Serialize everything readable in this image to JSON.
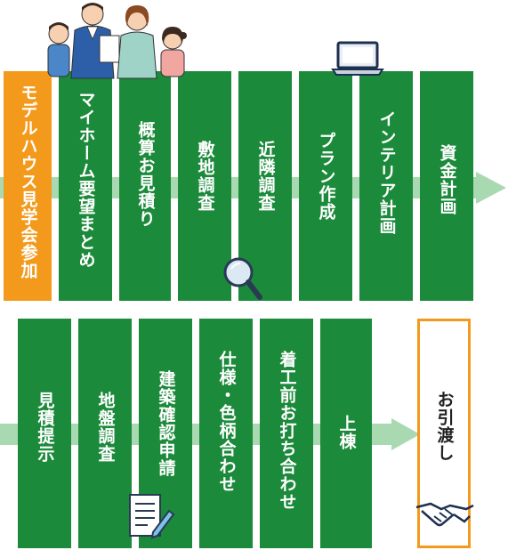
{
  "row1": {
    "steps": [
      {
        "label": "モデルハウス見学会参加",
        "kind": "first"
      },
      {
        "label": "マイホーム要望まとめ",
        "kind": "normal"
      },
      {
        "label": "概算お見積り",
        "kind": "normal"
      },
      {
        "label": "敷地調査",
        "kind": "normal"
      },
      {
        "label": "近隣調査",
        "kind": "normal"
      },
      {
        "label": "プラン作成",
        "kind": "normal"
      },
      {
        "label": "インテリア計画",
        "kind": "normal"
      },
      {
        "label": "資金計画",
        "kind": "normal"
      }
    ]
  },
  "row2": {
    "steps": [
      {
        "label": "見積提示",
        "kind": "normal"
      },
      {
        "label": "地盤調査",
        "kind": "normal"
      },
      {
        "label": "建築確認申請",
        "kind": "normal"
      },
      {
        "label": "仕様・色柄合わせ",
        "kind": "normal"
      },
      {
        "label": "着工前お打ち合わせ",
        "kind": "normal"
      },
      {
        "label": "上棟",
        "kind": "normal"
      },
      {
        "label": "お引渡し",
        "kind": "final"
      }
    ]
  },
  "icons": [
    "family-illustration",
    "laptop-icon",
    "magnifier-icon",
    "document-pen-icon",
    "handshake-icon"
  ],
  "colors": {
    "step": "#1b8a3a",
    "highlight": "#f39a1c",
    "arrow": "#a9d9b0"
  }
}
